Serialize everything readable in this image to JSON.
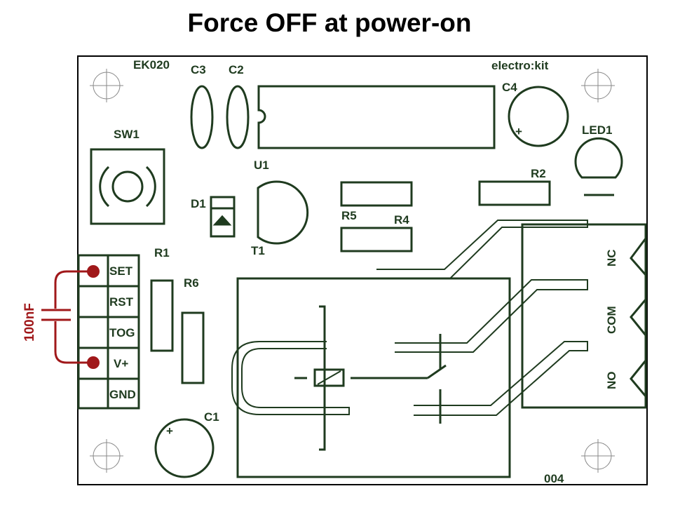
{
  "title": "Force OFF at power-on",
  "board": {
    "model": "EK020",
    "brand": "electro:kit",
    "revision": "004"
  },
  "components": {
    "c1": "C1",
    "c2": "C2",
    "c3": "C3",
    "c4": "C4",
    "sw1": "SW1",
    "u1": "U1",
    "d1": "D1",
    "t1": "T1",
    "r1": "R1",
    "r2": "R2",
    "r4": "R4",
    "r5": "R5",
    "r6": "R6",
    "led1": "LED1"
  },
  "terminals": {
    "left": [
      "SET",
      "RST",
      "TOG",
      "V+",
      "GND"
    ],
    "right": [
      "NC",
      "COM",
      "NO"
    ]
  },
  "annotation": {
    "label": "100nF",
    "color": "#a0181a"
  },
  "colors": {
    "silkscreen": "#1f3b1f",
    "annotation": "#a0181a",
    "board_outline": "#000000"
  }
}
